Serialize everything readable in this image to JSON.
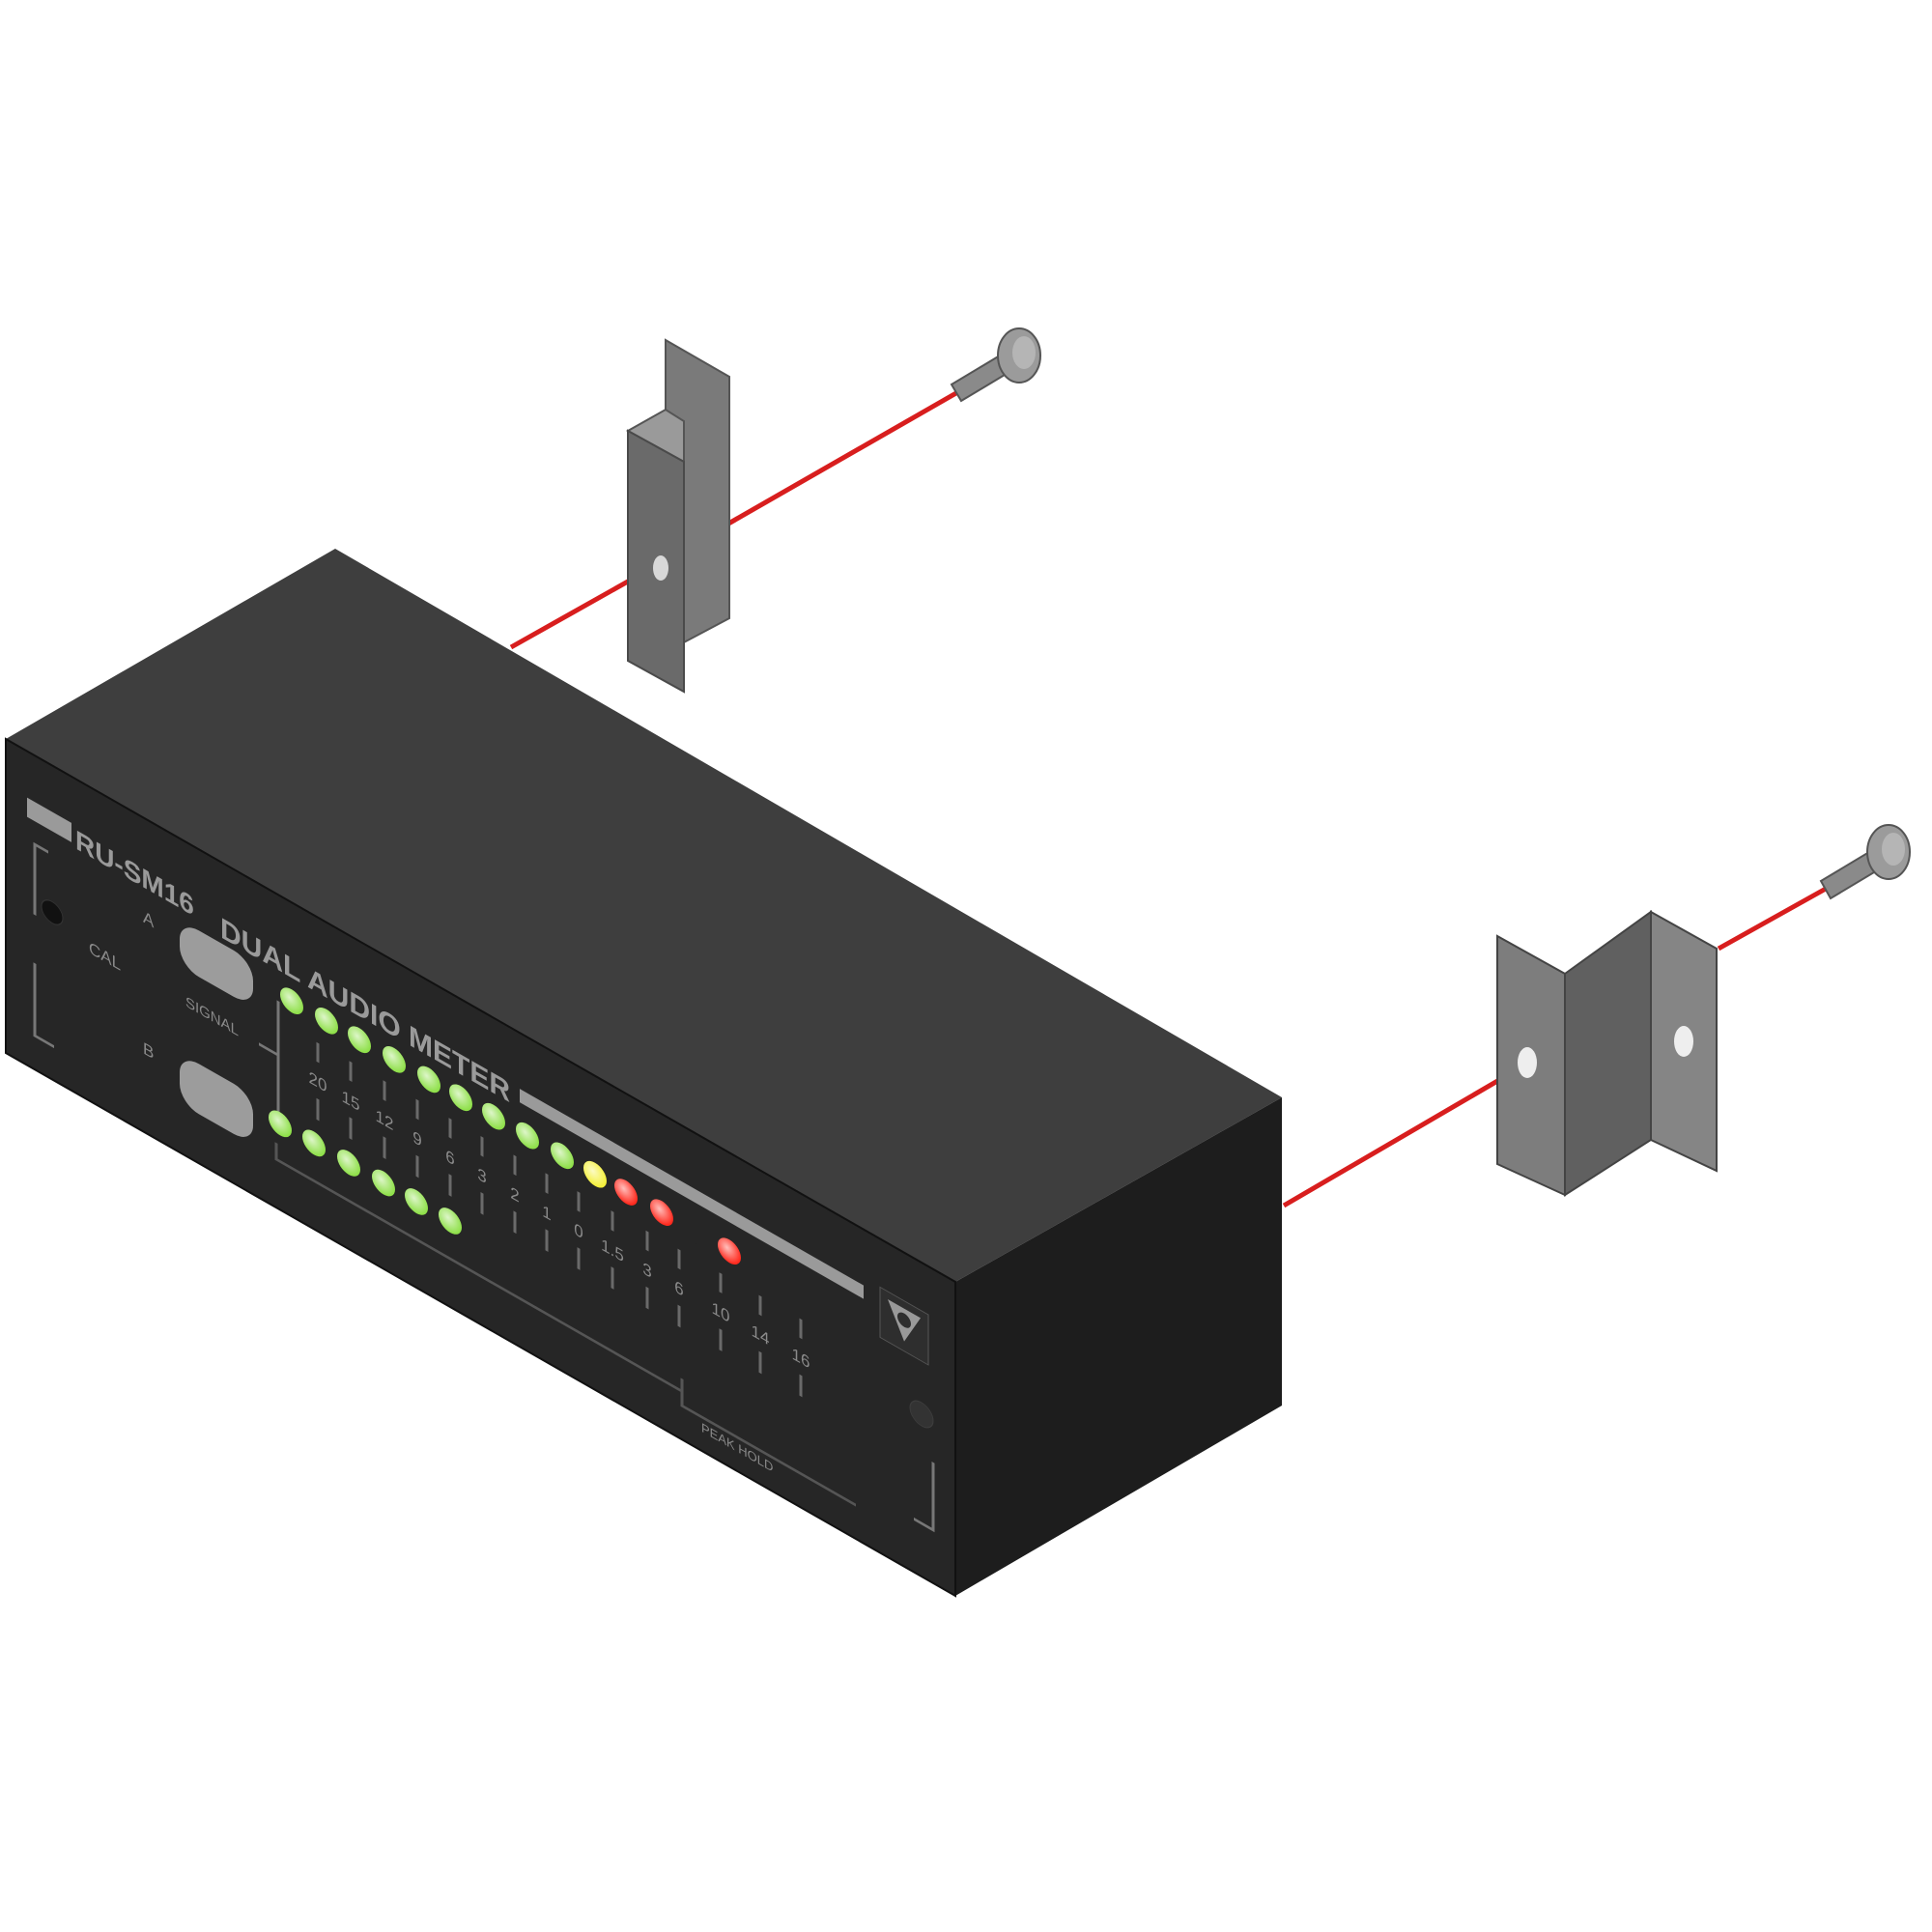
{
  "panel": {
    "model": "RU-SM16",
    "title": "DUAL AUDIO METER",
    "channel_a": "A",
    "channel_b": "B",
    "cal_label": "CAL",
    "signal_label": "SIGNAL",
    "bottom_label": "PEAK HOLD"
  },
  "scale_labels": [
    "20",
    "15",
    "12",
    "9",
    "6",
    "3",
    "2",
    "1",
    "0",
    "1.5",
    "3",
    "6",
    "10",
    "14",
    "16"
  ],
  "leds": {
    "row_a": [
      "green",
      "green",
      "green",
      "green",
      "green",
      "green",
      "green",
      "green",
      "green",
      "yellow",
      "red",
      "red",
      "off",
      "red"
    ],
    "row_b": [
      "green",
      "green",
      "green",
      "green",
      "green",
      "green"
    ]
  },
  "colors": {
    "green": "#8fe04a",
    "yellow": "#f4f03a",
    "red": "#ff2a1e",
    "off": "#262626",
    "guide_line": "#d81e1e",
    "body_top": "#3e3e3e",
    "body_front": "#262626",
    "body_side": "#1d1d1d",
    "bracket": "#6e6e6e"
  }
}
